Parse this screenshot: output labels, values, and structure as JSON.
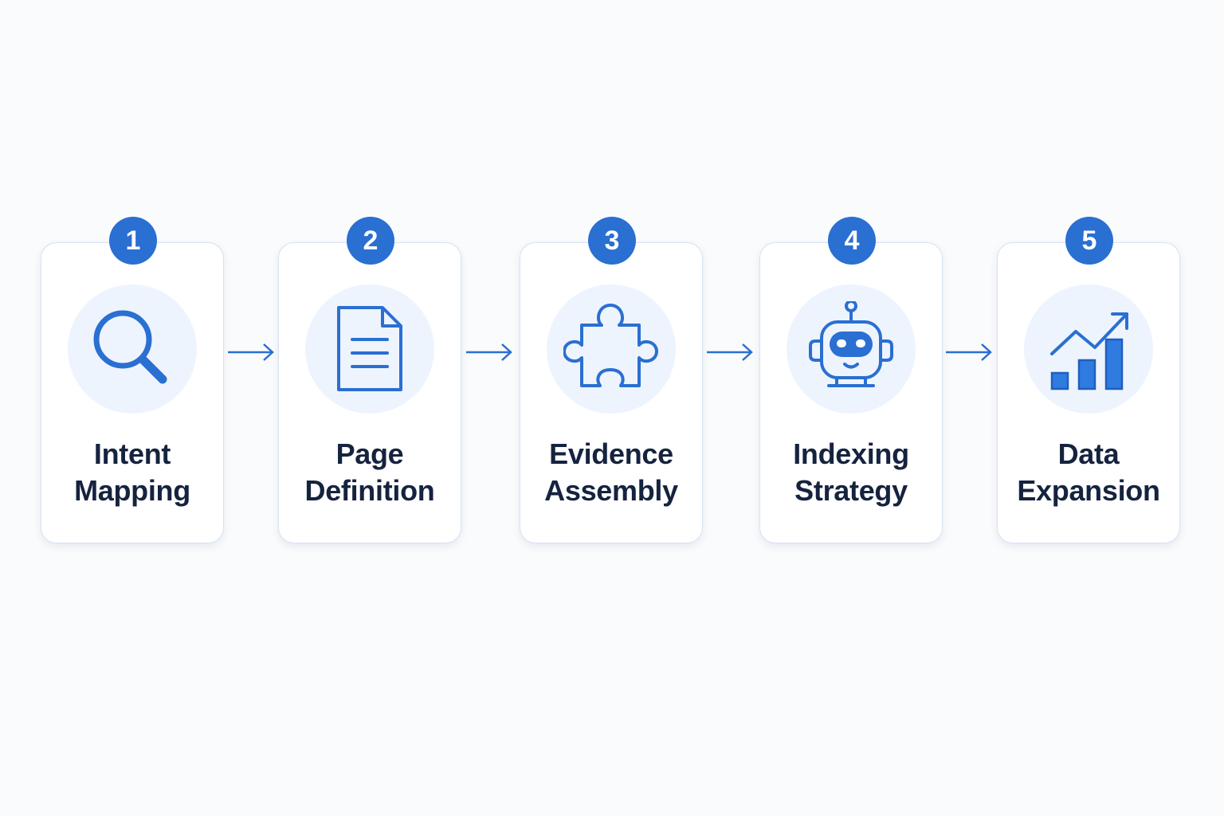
{
  "colors": {
    "accent": "#2a6fd2",
    "icon_bg": "#eef4fd",
    "text": "#15233f",
    "card_border": "#d6e2f3"
  },
  "steps": [
    {
      "number": "1",
      "title_line1": "Intent",
      "title_line2": "Mapping",
      "icon": "magnifying-glass-icon"
    },
    {
      "number": "2",
      "title_line1": "Page",
      "title_line2": "Definition",
      "icon": "document-icon"
    },
    {
      "number": "3",
      "title_line1": "Evidence",
      "title_line2": "Assembly",
      "icon": "puzzle-piece-icon"
    },
    {
      "number": "4",
      "title_line1": "Indexing",
      "title_line2": "Strategy",
      "icon": "robot-icon"
    },
    {
      "number": "5",
      "title_line1": "Data",
      "title_line2": "Expansion",
      "icon": "growth-chart-icon"
    }
  ]
}
